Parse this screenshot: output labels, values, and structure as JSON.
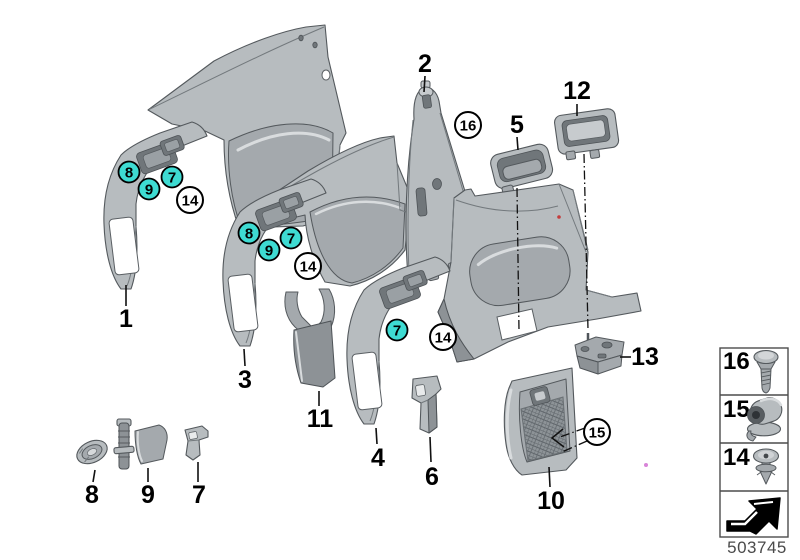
{
  "figure": {
    "background": "#ffffff",
    "doc_number": "503745",
    "colors": {
      "callout_teal": "#3edbd2",
      "part_gray": "#b7bcbf",
      "line_black": "#111111",
      "doc_number_gray": "#4a4a4a"
    },
    "labels": [
      "1",
      "2",
      "3",
      "4",
      "5",
      "6",
      "7",
      "8",
      "9",
      "10",
      "11",
      "12",
      "13"
    ],
    "teal_callouts": [
      "8",
      "9",
      "7",
      "8",
      "9",
      "7",
      "7"
    ],
    "white_callouts": [
      "14",
      "14",
      "14",
      "16",
      "15"
    ],
    "legend": {
      "rows": [
        {
          "number": "16",
          "icon": "screw-icon"
        },
        {
          "number": "15",
          "icon": "spring-nut-icon"
        },
        {
          "number": "14",
          "icon": "expanding-rivet-icon"
        }
      ],
      "arrow_icon": "direction-arrow-icon"
    }
  }
}
